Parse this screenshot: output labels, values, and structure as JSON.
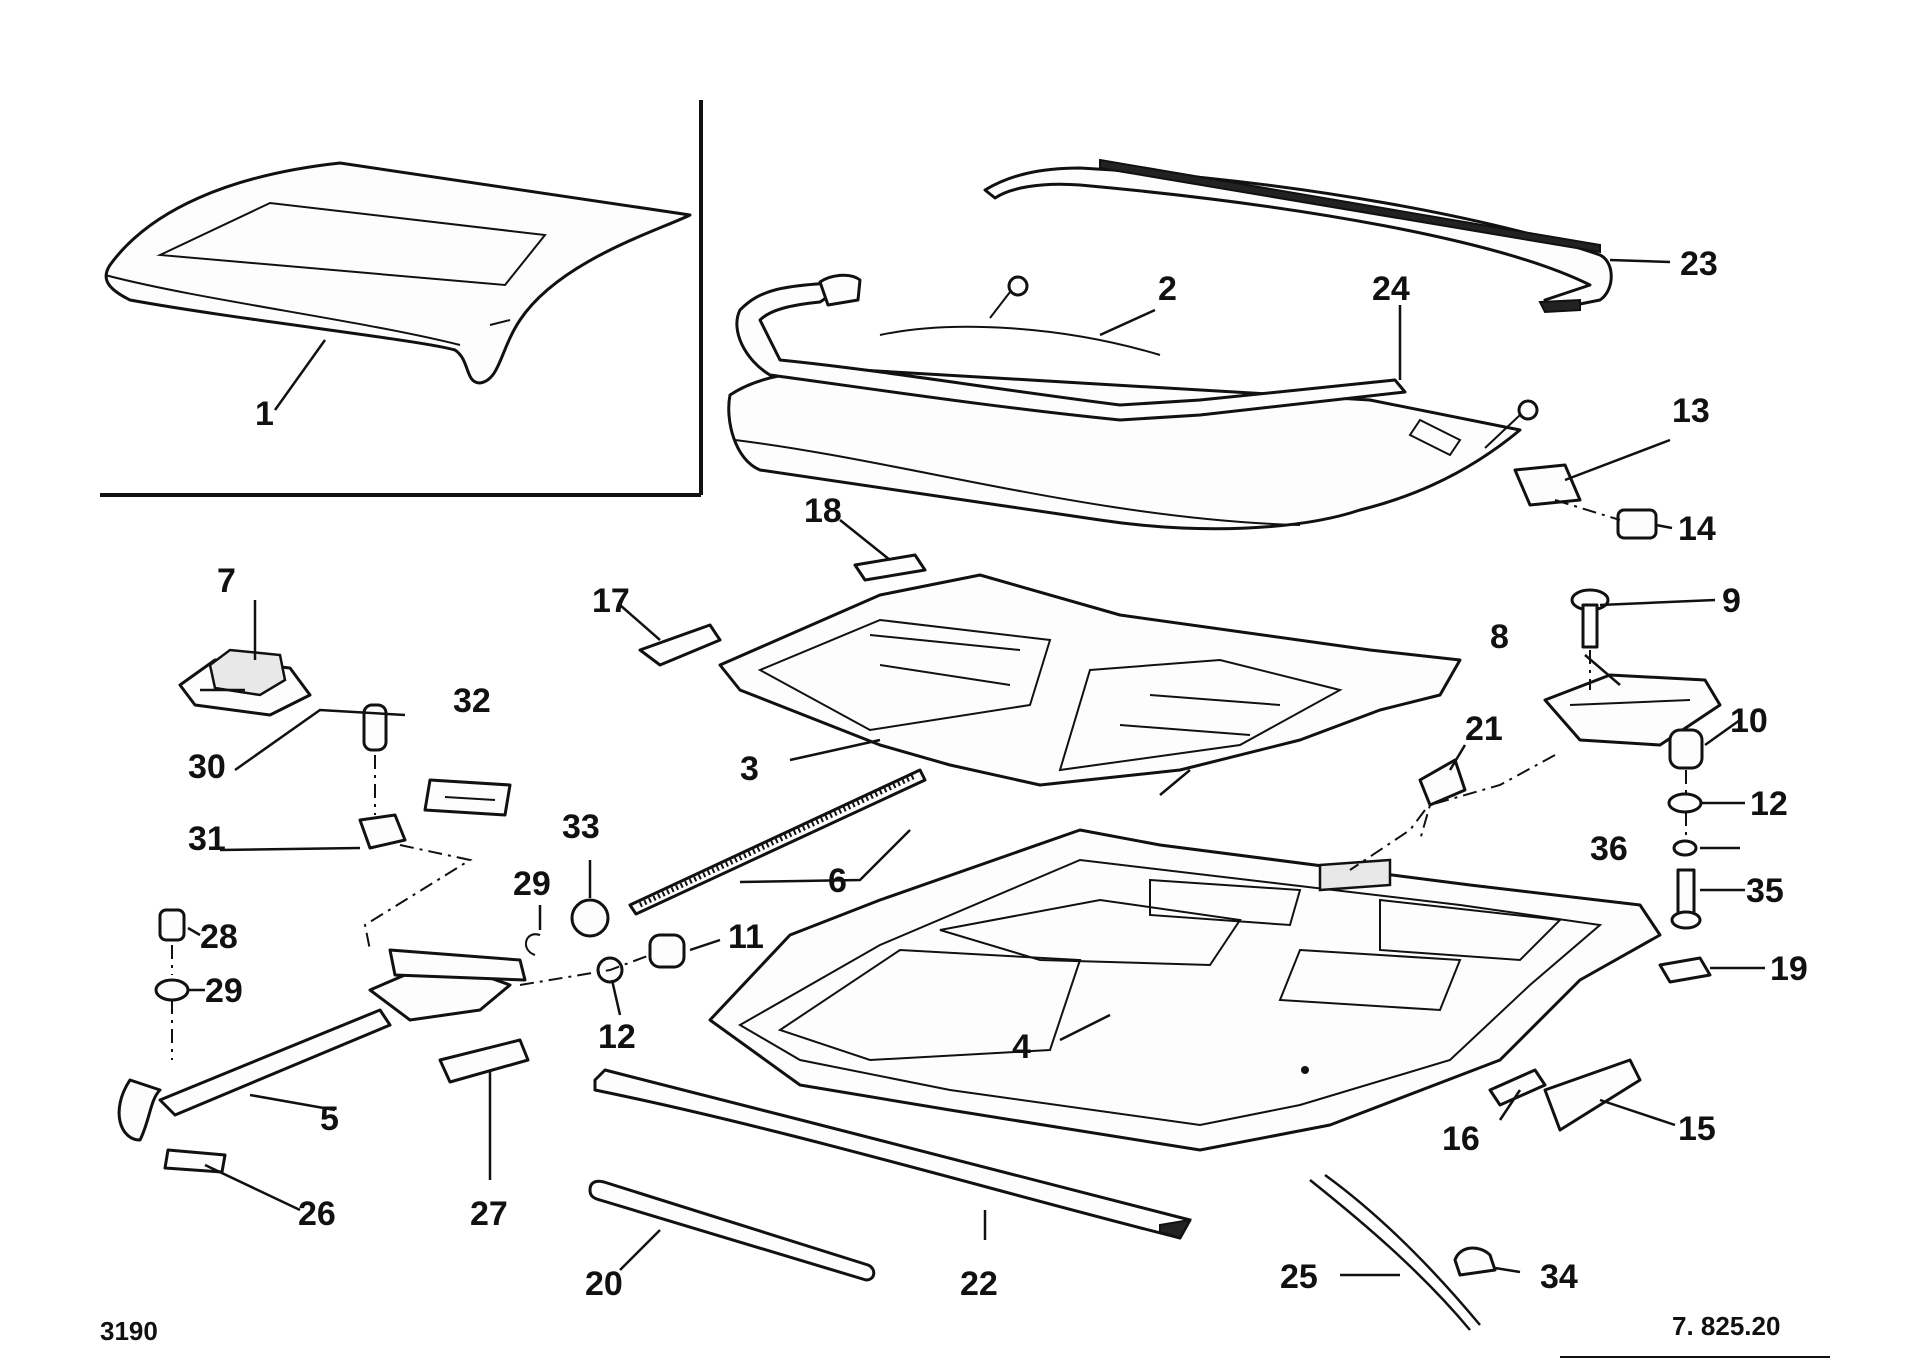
{
  "diagram": {
    "parts": [
      "1",
      "2",
      "3",
      "4",
      "5",
      "6",
      "7",
      "8",
      "9",
      "10",
      "11",
      "12",
      "12",
      "13",
      "14",
      "15",
      "16",
      "17",
      "18",
      "19",
      "20",
      "21",
      "22",
      "23",
      "24",
      "25",
      "26",
      "27",
      "28",
      "29",
      "29",
      "30",
      "31",
      "32",
      "33",
      "34",
      "35",
      "36"
    ],
    "drawing_number": "3190",
    "reference": "7. 825.20"
  }
}
